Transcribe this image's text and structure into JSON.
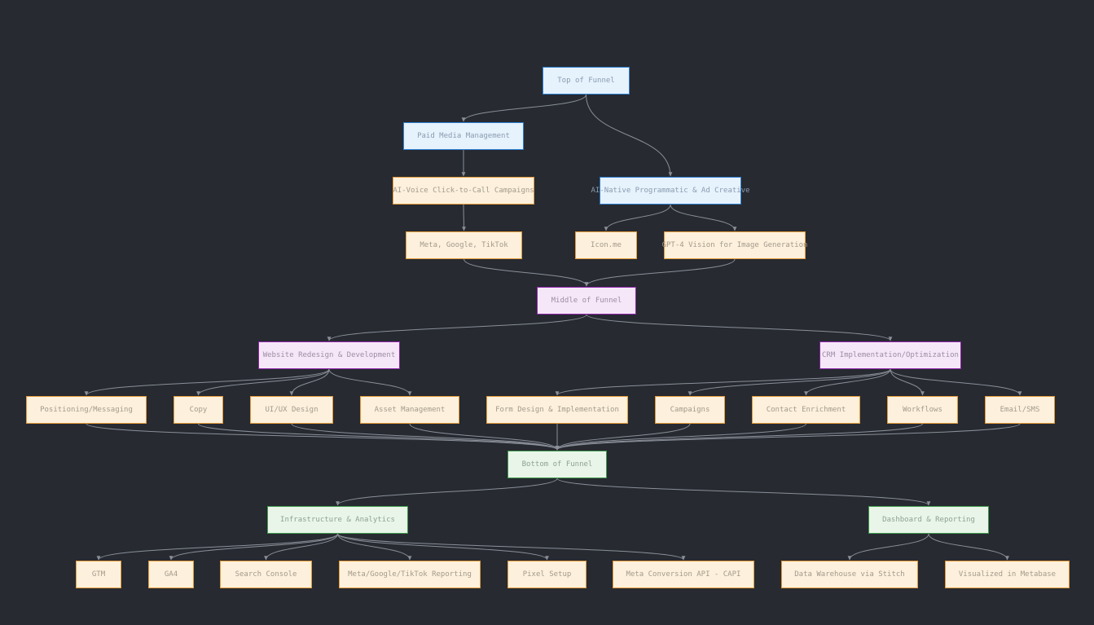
{
  "diagram": {
    "colors": {
      "background": "#272a31",
      "edge": "#8a8f98",
      "top_fill": "#e6f2fc",
      "top_border": "#2d7fd1",
      "middle_fill": "#f5e7f7",
      "middle_border": "#8e24aa",
      "leaf_fill": "#fdf0dc",
      "leaf_border": "#e39b3a",
      "bottom_fill": "#e8f5e8",
      "bottom_border": "#3f9a4b"
    },
    "nodes": {
      "top": "Top of Funnel",
      "paid": "Paid Media Management",
      "voice": "AI-Voice Click-to-Call Campaigns",
      "prog": "AI-Native Programmatic & Ad Creative",
      "meta_google": "Meta, Google, TikTok",
      "iconme": "Icon.me",
      "gpt4": "GPT-4 Vision for Image Generation",
      "middle": "Middle of Funnel",
      "web": "Website Redesign & Development",
      "crm": "CRM Implementation/Optimization",
      "positioning": "Positioning/Messaging",
      "copy": "Copy",
      "uiux": "UI/UX Design",
      "asset": "Asset Management",
      "form": "Form Design & Implementation",
      "campaigns": "Campaigns",
      "contact": "Contact Enrichment",
      "workflows": "Workflows",
      "email": "Email/SMS",
      "bottom": "Bottom of Funnel",
      "infra": "Infrastructure & Analytics",
      "dash": "Dashboard & Reporting",
      "gtm": "GTM",
      "ga4": "GA4",
      "search": "Search Console",
      "reporting": "Meta/Google/TikTok Reporting",
      "pixel": "Pixel Setup",
      "capi": "Meta Conversion API - CAPI",
      "warehouse": "Data Warehouse via Stitch",
      "metabase": "Visualized in Metabase"
    },
    "edges": [
      [
        "top",
        "paid"
      ],
      [
        "top",
        "prog"
      ],
      [
        "paid",
        "voice"
      ],
      [
        "voice",
        "meta_google"
      ],
      [
        "prog",
        "iconme"
      ],
      [
        "prog",
        "gpt4"
      ],
      [
        "meta_google",
        "middle"
      ],
      [
        "gpt4",
        "middle"
      ],
      [
        "middle",
        "web"
      ],
      [
        "middle",
        "crm"
      ],
      [
        "web",
        "positioning"
      ],
      [
        "web",
        "copy"
      ],
      [
        "web",
        "uiux"
      ],
      [
        "web",
        "asset"
      ],
      [
        "crm",
        "form"
      ],
      [
        "crm",
        "campaigns"
      ],
      [
        "crm",
        "contact"
      ],
      [
        "crm",
        "workflows"
      ],
      [
        "crm",
        "email"
      ],
      [
        "positioning",
        "bottom"
      ],
      [
        "copy",
        "bottom"
      ],
      [
        "uiux",
        "bottom"
      ],
      [
        "asset",
        "bottom"
      ],
      [
        "form",
        "bottom"
      ],
      [
        "campaigns",
        "bottom"
      ],
      [
        "contact",
        "bottom"
      ],
      [
        "workflows",
        "bottom"
      ],
      [
        "email",
        "bottom"
      ],
      [
        "bottom",
        "infra"
      ],
      [
        "bottom",
        "dash"
      ],
      [
        "infra",
        "gtm"
      ],
      [
        "infra",
        "ga4"
      ],
      [
        "infra",
        "search"
      ],
      [
        "infra",
        "reporting"
      ],
      [
        "infra",
        "pixel"
      ],
      [
        "infra",
        "capi"
      ],
      [
        "dash",
        "warehouse"
      ],
      [
        "dash",
        "metabase"
      ]
    ]
  }
}
